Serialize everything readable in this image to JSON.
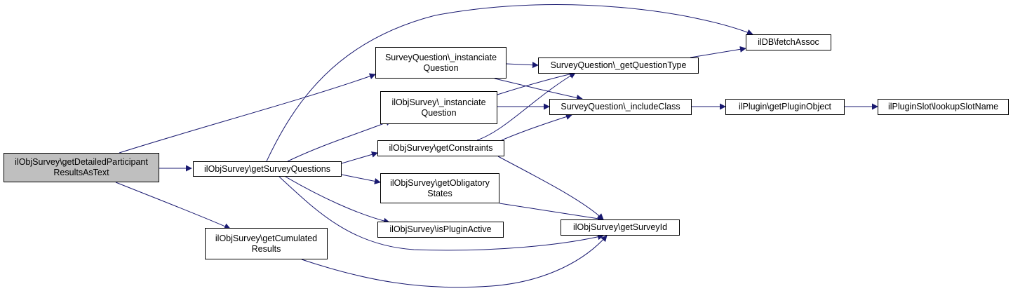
{
  "graph": {
    "nodes": [
      {
        "id": "root",
        "lines": [
          "ilObjSurvey\\getDetailedParticipant",
          "ResultsAsText"
        ],
        "focus": true
      },
      {
        "id": "getSurveyQuestions",
        "lines": [
          "ilObjSurvey\\getSurveyQuestions"
        ]
      },
      {
        "id": "getCumulatedResults",
        "lines": [
          "ilObjSurvey\\getCumulated",
          "Results"
        ]
      },
      {
        "id": "sqInstanciate",
        "lines": [
          "SurveyQuestion\\_instanciate",
          "Question"
        ]
      },
      {
        "id": "osInstanciate",
        "lines": [
          "ilObjSurvey\\_instanciate",
          "Question"
        ]
      },
      {
        "id": "getConstraints",
        "lines": [
          "ilObjSurvey\\getConstraints"
        ]
      },
      {
        "id": "getObligatory",
        "lines": [
          "ilObjSurvey\\getObligatory",
          "States"
        ]
      },
      {
        "id": "isPluginActive",
        "lines": [
          "ilObjSurvey\\isPluginActive"
        ]
      },
      {
        "id": "getQuestionType",
        "lines": [
          "SurveyQuestion\\_getQuestionType"
        ]
      },
      {
        "id": "includeClass",
        "lines": [
          "SurveyQuestion\\_includeClass"
        ]
      },
      {
        "id": "getSurveyId",
        "lines": [
          "ilObjSurvey\\getSurveyId"
        ]
      },
      {
        "id": "fetchAssoc",
        "lines": [
          "ilDB\\fetchAssoc"
        ]
      },
      {
        "id": "getPluginObject",
        "lines": [
          "ilPlugin\\getPluginObject"
        ]
      },
      {
        "id": "lookupSlotName",
        "lines": [
          "ilPluginSlot\\lookupSlotName"
        ]
      }
    ],
    "edges": [
      [
        "root",
        "getSurveyQuestions"
      ],
      [
        "root",
        "sqInstanciate"
      ],
      [
        "root",
        "getCumulatedResults"
      ],
      [
        "getSurveyQuestions",
        "fetchAssoc"
      ],
      [
        "getSurveyQuestions",
        "osInstanciate"
      ],
      [
        "getSurveyQuestions",
        "getConstraints"
      ],
      [
        "getSurveyQuestions",
        "getObligatory"
      ],
      [
        "getSurveyQuestions",
        "isPluginActive"
      ],
      [
        "getSurveyQuestions",
        "getSurveyId"
      ],
      [
        "getCumulatedResults",
        "getSurveyId"
      ],
      [
        "sqInstanciate",
        "getQuestionType"
      ],
      [
        "sqInstanciate",
        "includeClass"
      ],
      [
        "osInstanciate",
        "getQuestionType"
      ],
      [
        "osInstanciate",
        "includeClass"
      ],
      [
        "getConstraints",
        "getQuestionType"
      ],
      [
        "getConstraints",
        "includeClass"
      ],
      [
        "getConstraints",
        "getSurveyId"
      ],
      [
        "getObligatory",
        "getSurveyId"
      ],
      [
        "getQuestionType",
        "fetchAssoc"
      ],
      [
        "includeClass",
        "getPluginObject"
      ],
      [
        "getPluginObject",
        "lookupSlotName"
      ]
    ],
    "colors": {
      "edge": "#191970",
      "focus_fill": "#bfbfbf",
      "node_border": "#000000"
    }
  }
}
